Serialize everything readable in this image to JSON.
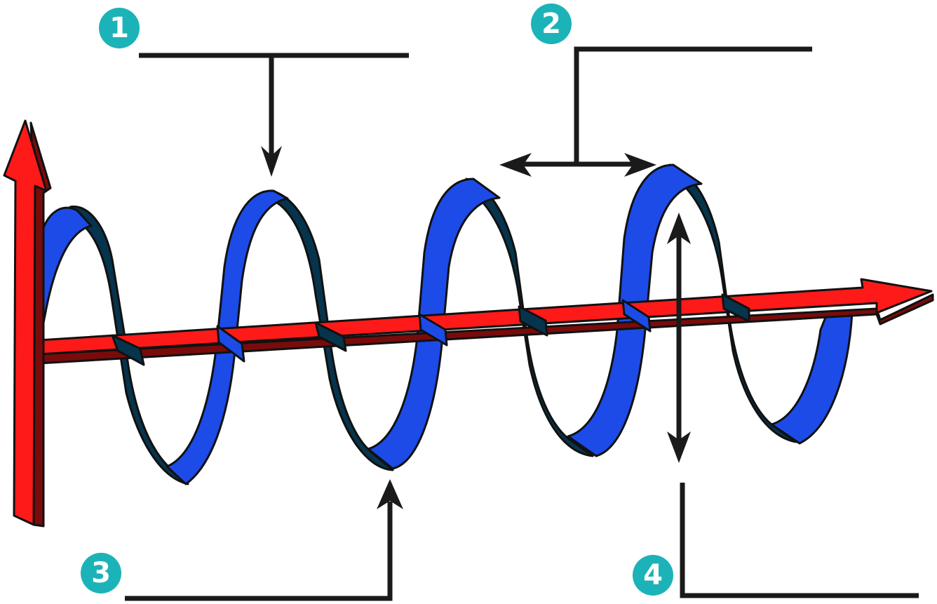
{
  "badges": [
    {
      "id": "1",
      "label": "1"
    },
    {
      "id": "2",
      "label": "2"
    },
    {
      "id": "3",
      "label": "3"
    },
    {
      "id": "4",
      "label": "4"
    }
  ],
  "colors": {
    "badge": "#1bb3b8",
    "axis_red": "#ff1a1a",
    "axis_dark": "#7a0b0b",
    "ribbon_front": "#1c4be8",
    "ribbon_back": "#06344c",
    "lines": "#1a1a1a"
  },
  "icons": {
    "arrow_down": "arrow-down-icon",
    "arrow_up": "arrow-up-icon",
    "double_arrow_horizontal": "double-arrow-horizontal-icon",
    "double_arrow_vertical": "double-arrow-vertical-icon"
  }
}
